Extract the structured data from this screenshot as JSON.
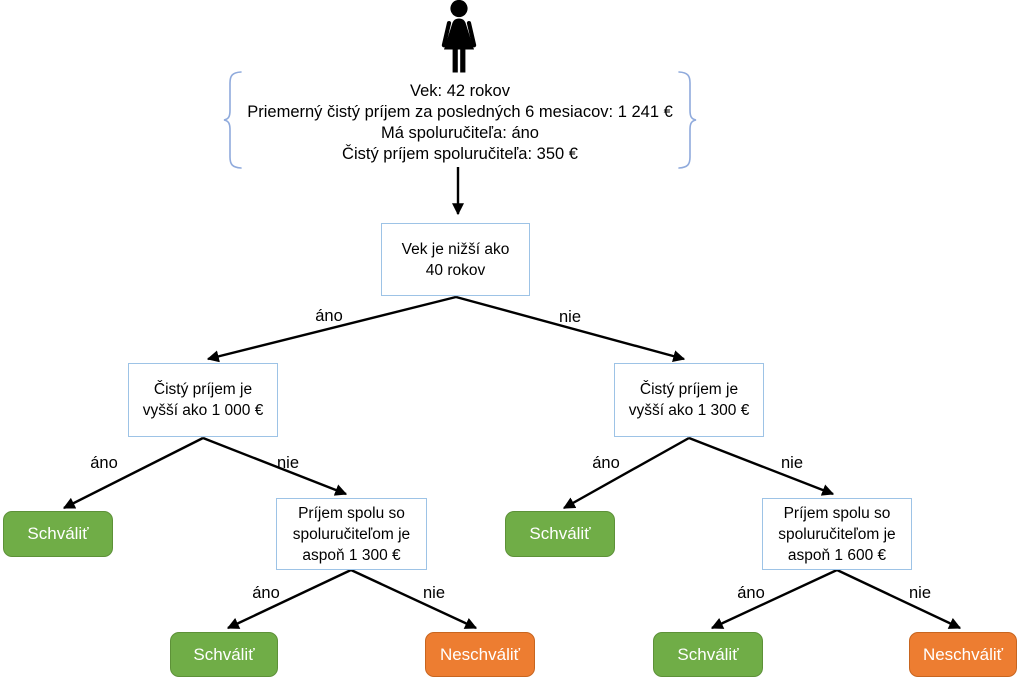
{
  "applicant": {
    "icon": "woman-icon",
    "attributes": [
      "Vek: 42 rokov",
      "Priemerný čistý príjem za posledných 6 mesiacov: 1 241 €",
      "Má spoluručiteľa: áno",
      "Čistý príjem spoluručiteľa: 350 €"
    ]
  },
  "nodes": {
    "root": {
      "label": "Vek je nižší ako\n40 rokov",
      "type": "decision"
    },
    "left": {
      "label": "Čistý príjem je\nvyšší ako 1 000 €",
      "type": "decision"
    },
    "right": {
      "label": "Čistý príjem je\nvyšší ako 1 300 €",
      "type": "decision"
    },
    "left_yes": {
      "label": "Schváliť",
      "type": "approve"
    },
    "left_no": {
      "label": "Príjem spolu so\nspoluručiteľom je\naspoň 1 300 €",
      "type": "decision"
    },
    "right_yes": {
      "label": "Schváliť",
      "type": "approve"
    },
    "right_no": {
      "label": "Príjem spolu so\nspoluručiteľom je\naspoň 1 600 €",
      "type": "decision"
    },
    "left_no_yes": {
      "label": "Schváliť",
      "type": "approve"
    },
    "left_no_no": {
      "label": "Neschváliť",
      "type": "reject"
    },
    "right_no_yes": {
      "label": "Schváliť",
      "type": "approve"
    },
    "right_no_no": {
      "label": "Neschváliť",
      "type": "reject"
    }
  },
  "edge_labels": {
    "root_yes": "áno",
    "root_no": "nie",
    "left_yes": "áno",
    "left_no": "nie",
    "right_yes": "áno",
    "right_no": "nie",
    "left_no_yes": "áno",
    "left_no_no": "nie",
    "right_no_yes": "áno",
    "right_no_no": "nie"
  },
  "colors": {
    "approve": "#70AD47",
    "reject": "#ED7D31",
    "decision_border": "#9DC3E6",
    "brace": "#8FAADC",
    "arrow": "#000000"
  }
}
